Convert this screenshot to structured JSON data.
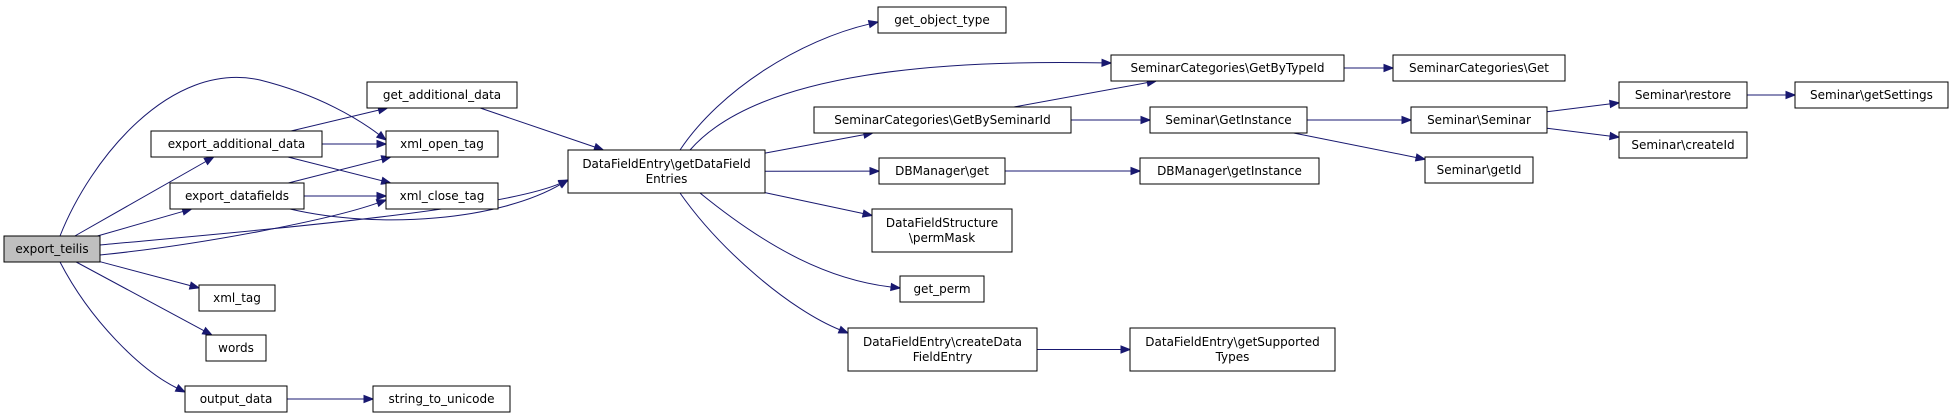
{
  "graph": {
    "colors": {
      "edge": "#191970",
      "node_border": "#000000",
      "root_fill": "#bfbfbf",
      "node_fill": "#ffffff"
    },
    "nodes": {
      "export_teilis": [
        "export_teilis"
      ],
      "export_additional_data": [
        "export_additional_data"
      ],
      "export_datafields": [
        "export_datafields"
      ],
      "get_additional_data": [
        "get_additional_data"
      ],
      "xml_open_tag": [
        "xml_open_tag"
      ],
      "xml_close_tag": [
        "xml_close_tag"
      ],
      "xml_tag": [
        "xml_tag"
      ],
      "words": [
        "words"
      ],
      "output_data": [
        "output_data"
      ],
      "string_to_unicode": [
        "string_to_unicode"
      ],
      "getDataFieldEntries": [
        "DataFieldEntry\\getDataField",
        "Entries"
      ],
      "get_object_type": [
        "get_object_type"
      ],
      "GetByTypeId": [
        "SeminarCategories\\GetByTypeId"
      ],
      "SeminarCategoriesGet": [
        "SeminarCategories\\Get"
      ],
      "GetBySeminarId": [
        "SeminarCategories\\GetBySeminarId"
      ],
      "GetInstance": [
        "Seminar\\GetInstance"
      ],
      "SeminarSeminar": [
        "Seminar\\Seminar"
      ],
      "restore": [
        "Seminar\\restore"
      ],
      "getSettings": [
        "Seminar\\getSettings"
      ],
      "createId": [
        "Seminar\\createId"
      ],
      "getId": [
        "Seminar\\getId"
      ],
      "DBManagerGet": [
        "DBManager\\get"
      ],
      "DBManagerGetInstance": [
        "DBManager\\getInstance"
      ],
      "permMask": [
        "DataFieldStructure",
        "\\permMask"
      ],
      "get_perm": [
        "get_perm"
      ],
      "createDataFieldEntry": [
        "DataFieldEntry\\createData",
        "FieldEntry"
      ],
      "getSupportedTypes": [
        "DataFieldEntry\\getSupported",
        "Types"
      ]
    }
  }
}
